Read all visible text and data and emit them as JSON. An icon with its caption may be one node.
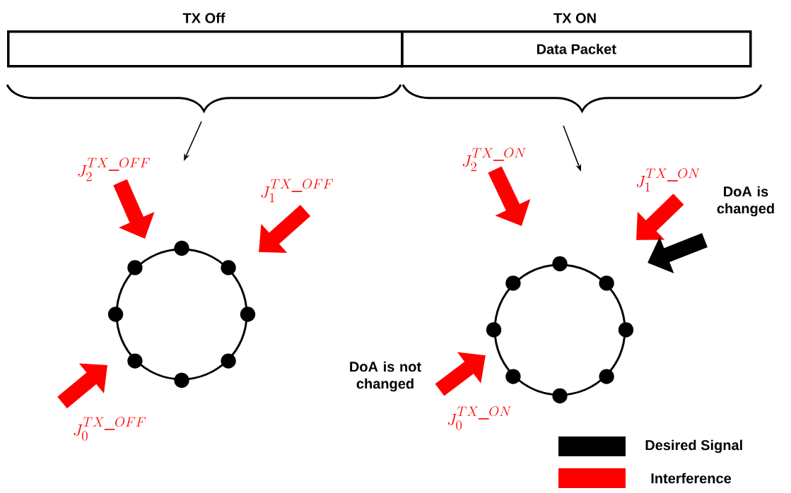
{
  "diagram": {
    "nodes": [
      {
        "text": [
          "TX Off"
        ]
      },
      {
        "text": [
          "TX ON",
          "Data Packet"
        ]
      },
      {
        "text": [],
        "shape": "circle"
      },
      {
        "text": [],
        "shape": "circle"
      }
    ],
    "labels": [
      "J_{2}^{TX\\_OFF}",
      "J_{1}^{TX\\_OFF}",
      "J_{0}^{TX\\_OFF}",
      "J_{2}^{TX\\_ON}",
      "J_{1}^{TX\\_ON}",
      "DoA is changed",
      "DoA is not changed",
      "J_{0}^{TX\\_ON}"
    ],
    "legend": [
      {
        "text": "Desired Signal",
        "color": "#000000"
      },
      {
        "text": "Interference",
        "color": "#ff0000"
      }
    ]
  }
}
